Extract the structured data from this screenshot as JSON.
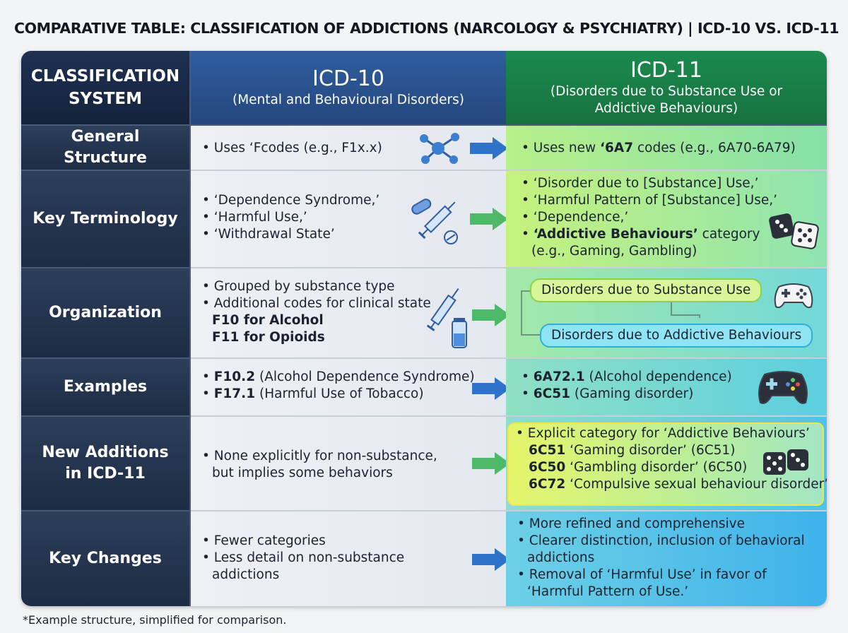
{
  "title": "COMPARATIVE TABLE: CLASSIFICATION OF ADDICTIONS (NARCOLOGY & PSYCHIATRY) | ICD-10 VS. ICD-11",
  "header": {
    "system": "CLASSIFICATION\nSYSTEM",
    "icd10_title": "ICD-10",
    "icd10_sub": "(Mental and Behavioural Disorders)",
    "icd11_title": "ICD-11",
    "icd11_sub": "(Disorders due to Substance Use or\nAddictive Behaviours)"
  },
  "rows": {
    "general": {
      "label": "General Structure",
      "icd10": "• Uses ‘Fcodes (e.g., F1x.x)",
      "icd11_pre": "• Uses new ",
      "icd11_bold": "‘6A7",
      "icd11_post": " codes (e.g., 6A70-6A79)"
    },
    "terminology": {
      "label": "Key Terminology",
      "icd10": [
        "• ‘Dependence Syndrome,’",
        "• ‘Harmful Use,’",
        "• ‘Withdrawal State’"
      ],
      "icd11": [
        "• ‘Disorder due to [Substance] Use,’",
        "• ‘Harmful Pattern of [Substance] Use,’",
        "• ‘Dependence,’"
      ],
      "icd11_bold": "‘Addictive Behaviours’",
      "icd11_bold_post": " category",
      "icd11_last": "(e.g., Gaming, Gambling)"
    },
    "organization": {
      "label": "Organization",
      "icd10": [
        "• Grouped by substance type",
        "• Additional codes for clinical state",
        "F10 for Alcohol",
        "F11 for Opioids"
      ],
      "icd11_box1": "Disorders due to Substance Use",
      "icd11_box2": "Disorders due to Addictive Behaviours"
    },
    "examples": {
      "label": "Examples",
      "icd10_1_code": "F10.2",
      "icd10_1_text": " (Alcohol Dependence Syndrome)",
      "icd10_2_code": "F17.1",
      "icd10_2_text": " (Harmful Use of Tobacco)",
      "icd11_1_code": "6A72.1",
      "icd11_1_text": " (Alcohol dependence)",
      "icd11_2_code": "6C51",
      "icd11_2_text": " (Gaming disorder)"
    },
    "additions": {
      "label": "New Additions\nin ICD-11",
      "icd10": [
        "• None explicitly for non-substance,",
        "but implies some behaviors"
      ],
      "icd11_head": "• Explicit category for ‘Addictive Behaviours’",
      "icd11_items": [
        {
          "code": "6C51",
          "text": " ‘Gaming disorder’ (6C51)"
        },
        {
          "code": "6C50",
          "text": " ‘Gambling disorder’ (6C50)"
        },
        {
          "code": "6C72",
          "text": " ‘Compulsive sexual behaviour disorder’"
        }
      ]
    },
    "changes": {
      "label": "Key Changes",
      "icd10": [
        "• Fewer categories",
        "• Less detail on non-substance",
        "addictions"
      ],
      "icd11": [
        "• More refined and comprehensive",
        "• Clearer distinction, inclusion of behavioral",
        "addictions",
        "• Removal of ‘Harmful Use’ in favor of",
        "‘Harmful Pattern of Use.’"
      ]
    }
  },
  "footnote": "*Example structure, simplified for comparison.",
  "icons": [
    "molecule-icon",
    "syringe-pills-icon",
    "dice-icon",
    "syringe-vial-icon",
    "gamepad-icon",
    "arrow-right-icon"
  ],
  "colors": {
    "icd10_header": "#2f5d9e",
    "icd11_header": "#1b8a4e",
    "rowhead": "#1e2c44",
    "arrow": "#2f72c9"
  }
}
